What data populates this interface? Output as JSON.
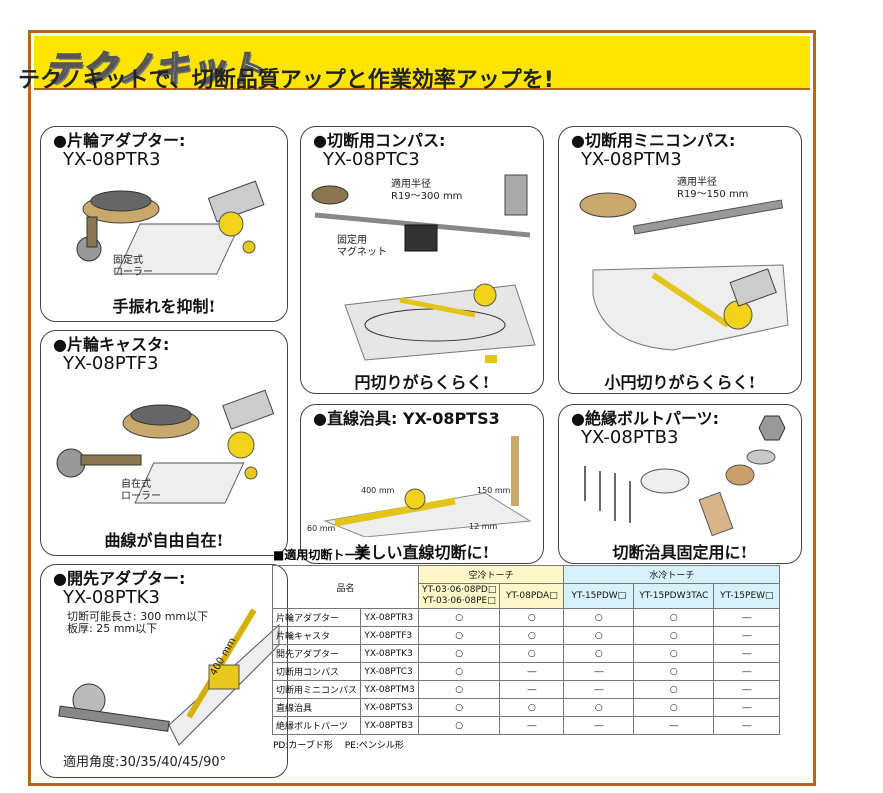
{
  "banner": {
    "title": "テクノキット"
  },
  "headline": "テクノキットで、切断品質アップと作業効率アップを!",
  "cards": {
    "ptr3": {
      "title": "●片輪アダプター:",
      "model": "YX-08PTR3",
      "note1": "固定式",
      "note2": "ローラー",
      "caption": "手振れを抑制!"
    },
    "ptf3": {
      "title": "●片輪キャスタ:",
      "model": "YX-08PTF3",
      "note1": "自在式",
      "note2": "ローラー",
      "caption": "曲線が自由自在!"
    },
    "ptk3": {
      "title": "●開先アダプター:",
      "model": "YX-08PTK3",
      "spec1": "切断可能長さ: 300 mm以下",
      "spec2": "板厚: 25 mm以下",
      "dim": "400 mm",
      "angles": "適用角度:30/35/40/45/90°"
    },
    "ptc3": {
      "title": "●切断用コンパス:",
      "model": "YX-08PTC3",
      "range1": "適用半径",
      "range2": "R19～300 mm",
      "mag1": "固定用",
      "mag2": "マグネット",
      "caption": "円切りがらくらく!"
    },
    "ptm3": {
      "title": "●切断用ミニコンパス:",
      "model": "YX-08PTM3",
      "range1": "適用半径",
      "range2": "R19～150 mm",
      "caption": "小円切りがらくらく!"
    },
    "pts3": {
      "title": "●直線治具: YX-08PTS3",
      "d400": "400 mm",
      "d150": "150 mm",
      "d60": "60 mm",
      "d12": "12 mm",
      "caption": "美しい直線切断に!"
    },
    "ptb3": {
      "title": "●絶縁ボルトパーツ:",
      "model": "YX-08PTB3",
      "caption": "切断治具固定用に!"
    }
  },
  "table": {
    "title": "■適用切断トーチ",
    "col_name": "品名",
    "air": "空冷トーチ",
    "water": "水冷トーチ",
    "h1a": "YT-03·06·08PD□",
    "h1b": "YT-03·06·08PE□",
    "h2": "YT-08PDA□",
    "h3": "YT-15PDW□",
    "h4": "YT-15PDW3TAC",
    "h5": "YT-15PEW□",
    "rows": [
      {
        "name": "片輪アダプター",
        "model": "YX-08PTR3",
        "c": [
          "○",
          "○",
          "○",
          "○",
          "―"
        ]
      },
      {
        "name": "片輪キャスタ",
        "model": "YX-08PTF3",
        "c": [
          "○",
          "○",
          "○",
          "○",
          "―"
        ]
      },
      {
        "name": "開先アダプター",
        "model": "YX-08PTK3",
        "c": [
          "○",
          "○",
          "○",
          "○",
          "―"
        ]
      },
      {
        "name": "切断用コンパス",
        "model": "YX-08PTC3",
        "c": [
          "○",
          "―",
          "―",
          "○",
          "―"
        ]
      },
      {
        "name": "切断用ミニコンパス",
        "model": "YX-08PTM3",
        "c": [
          "○",
          "―",
          "―",
          "○",
          "―"
        ]
      },
      {
        "name": "直線治具",
        "model": "YX-08PTS3",
        "c": [
          "○",
          "○",
          "○",
          "○",
          "―"
        ]
      },
      {
        "name": "絶縁ボルトパーツ",
        "model": "YX-08PTB3",
        "c": [
          "○",
          "―",
          "―",
          "―",
          "―"
        ]
      }
    ],
    "note": "PD:カーブド形　 PE:ペンシル形"
  }
}
